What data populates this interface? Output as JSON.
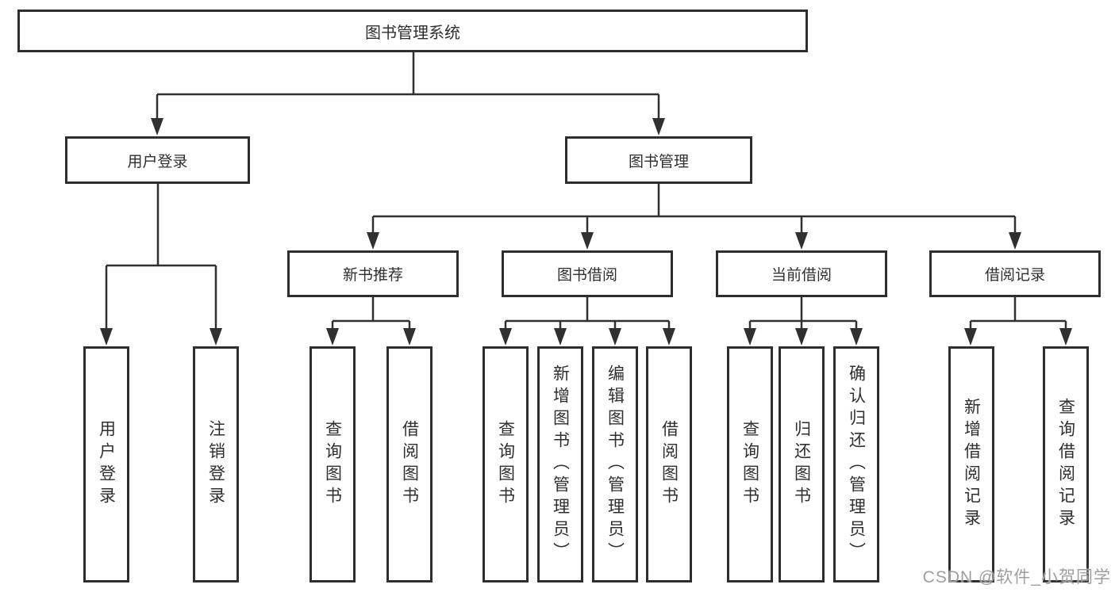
{
  "tree": {
    "root": {
      "label": "图书管理系统"
    },
    "branches": [
      {
        "label": "用户登录",
        "children": [
          {
            "label": "用户登录"
          },
          {
            "label": "注销登录"
          }
        ]
      },
      {
        "label": "图书管理",
        "children": [
          {
            "label": "新书推荐",
            "children": [
              {
                "label": "查询图书"
              },
              {
                "label": "借阅图书"
              }
            ]
          },
          {
            "label": "图书借阅",
            "children": [
              {
                "label": "查询图书"
              },
              {
                "label": "新增图书（管理员）"
              },
              {
                "label": "编辑图书（管理员）"
              },
              {
                "label": "借阅图书"
              }
            ]
          },
          {
            "label": "当前借阅",
            "children": [
              {
                "label": "查询图书"
              },
              {
                "label": "归还图书"
              },
              {
                "label": "确认归还（管理员）"
              }
            ]
          },
          {
            "label": "借阅记录",
            "children": [
              {
                "label": "新增借阅记录"
              },
              {
                "label": "查询借阅记录"
              }
            ]
          }
        ]
      }
    ]
  },
  "watermark": {
    "text": "CSDN @软件_小贺同学"
  },
  "colors": {
    "line": "#303030",
    "box_border": "#2e2e2e",
    "box_bg": "#ffffff",
    "text": "#2f2f2f",
    "watermark": "#9e9e9e",
    "background": "#ffffff"
  }
}
